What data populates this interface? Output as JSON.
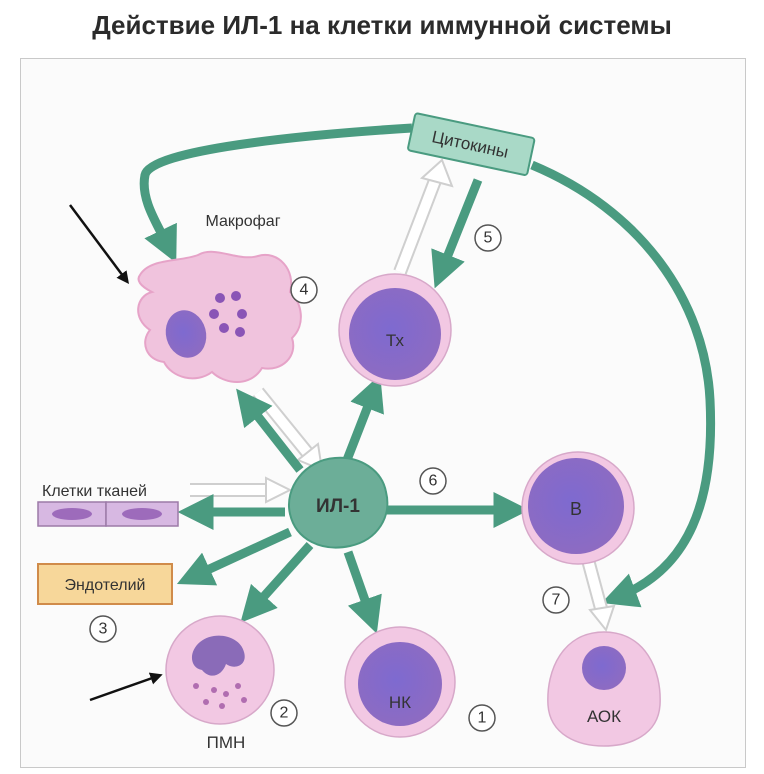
{
  "title": "Действие ИЛ-1 на клетки иммунной системы",
  "labels": {
    "cytokines": "Цитокины",
    "macrophage": "Макрофаг",
    "il1": "ИЛ-1",
    "th": "Тх",
    "b": "В",
    "nk": "НК",
    "pmn": "ПМН",
    "aok": "АОК",
    "tissue_cells": "Клетки тканей",
    "endothelium": "Эндотелий"
  },
  "numbers": {
    "n1": "1",
    "n2": "2",
    "n3": "3",
    "n4": "4",
    "n5": "5",
    "n6": "6",
    "n7": "7"
  },
  "colors": {
    "arrow_green": "#4a9b80",
    "cell_purple": "#8a72c8",
    "cell_pink": "#f1c6e2",
    "il1_green": "#6cae98",
    "endothelium_fill": "#f7d79a",
    "tissue_fill": "#c9a6d6"
  }
}
